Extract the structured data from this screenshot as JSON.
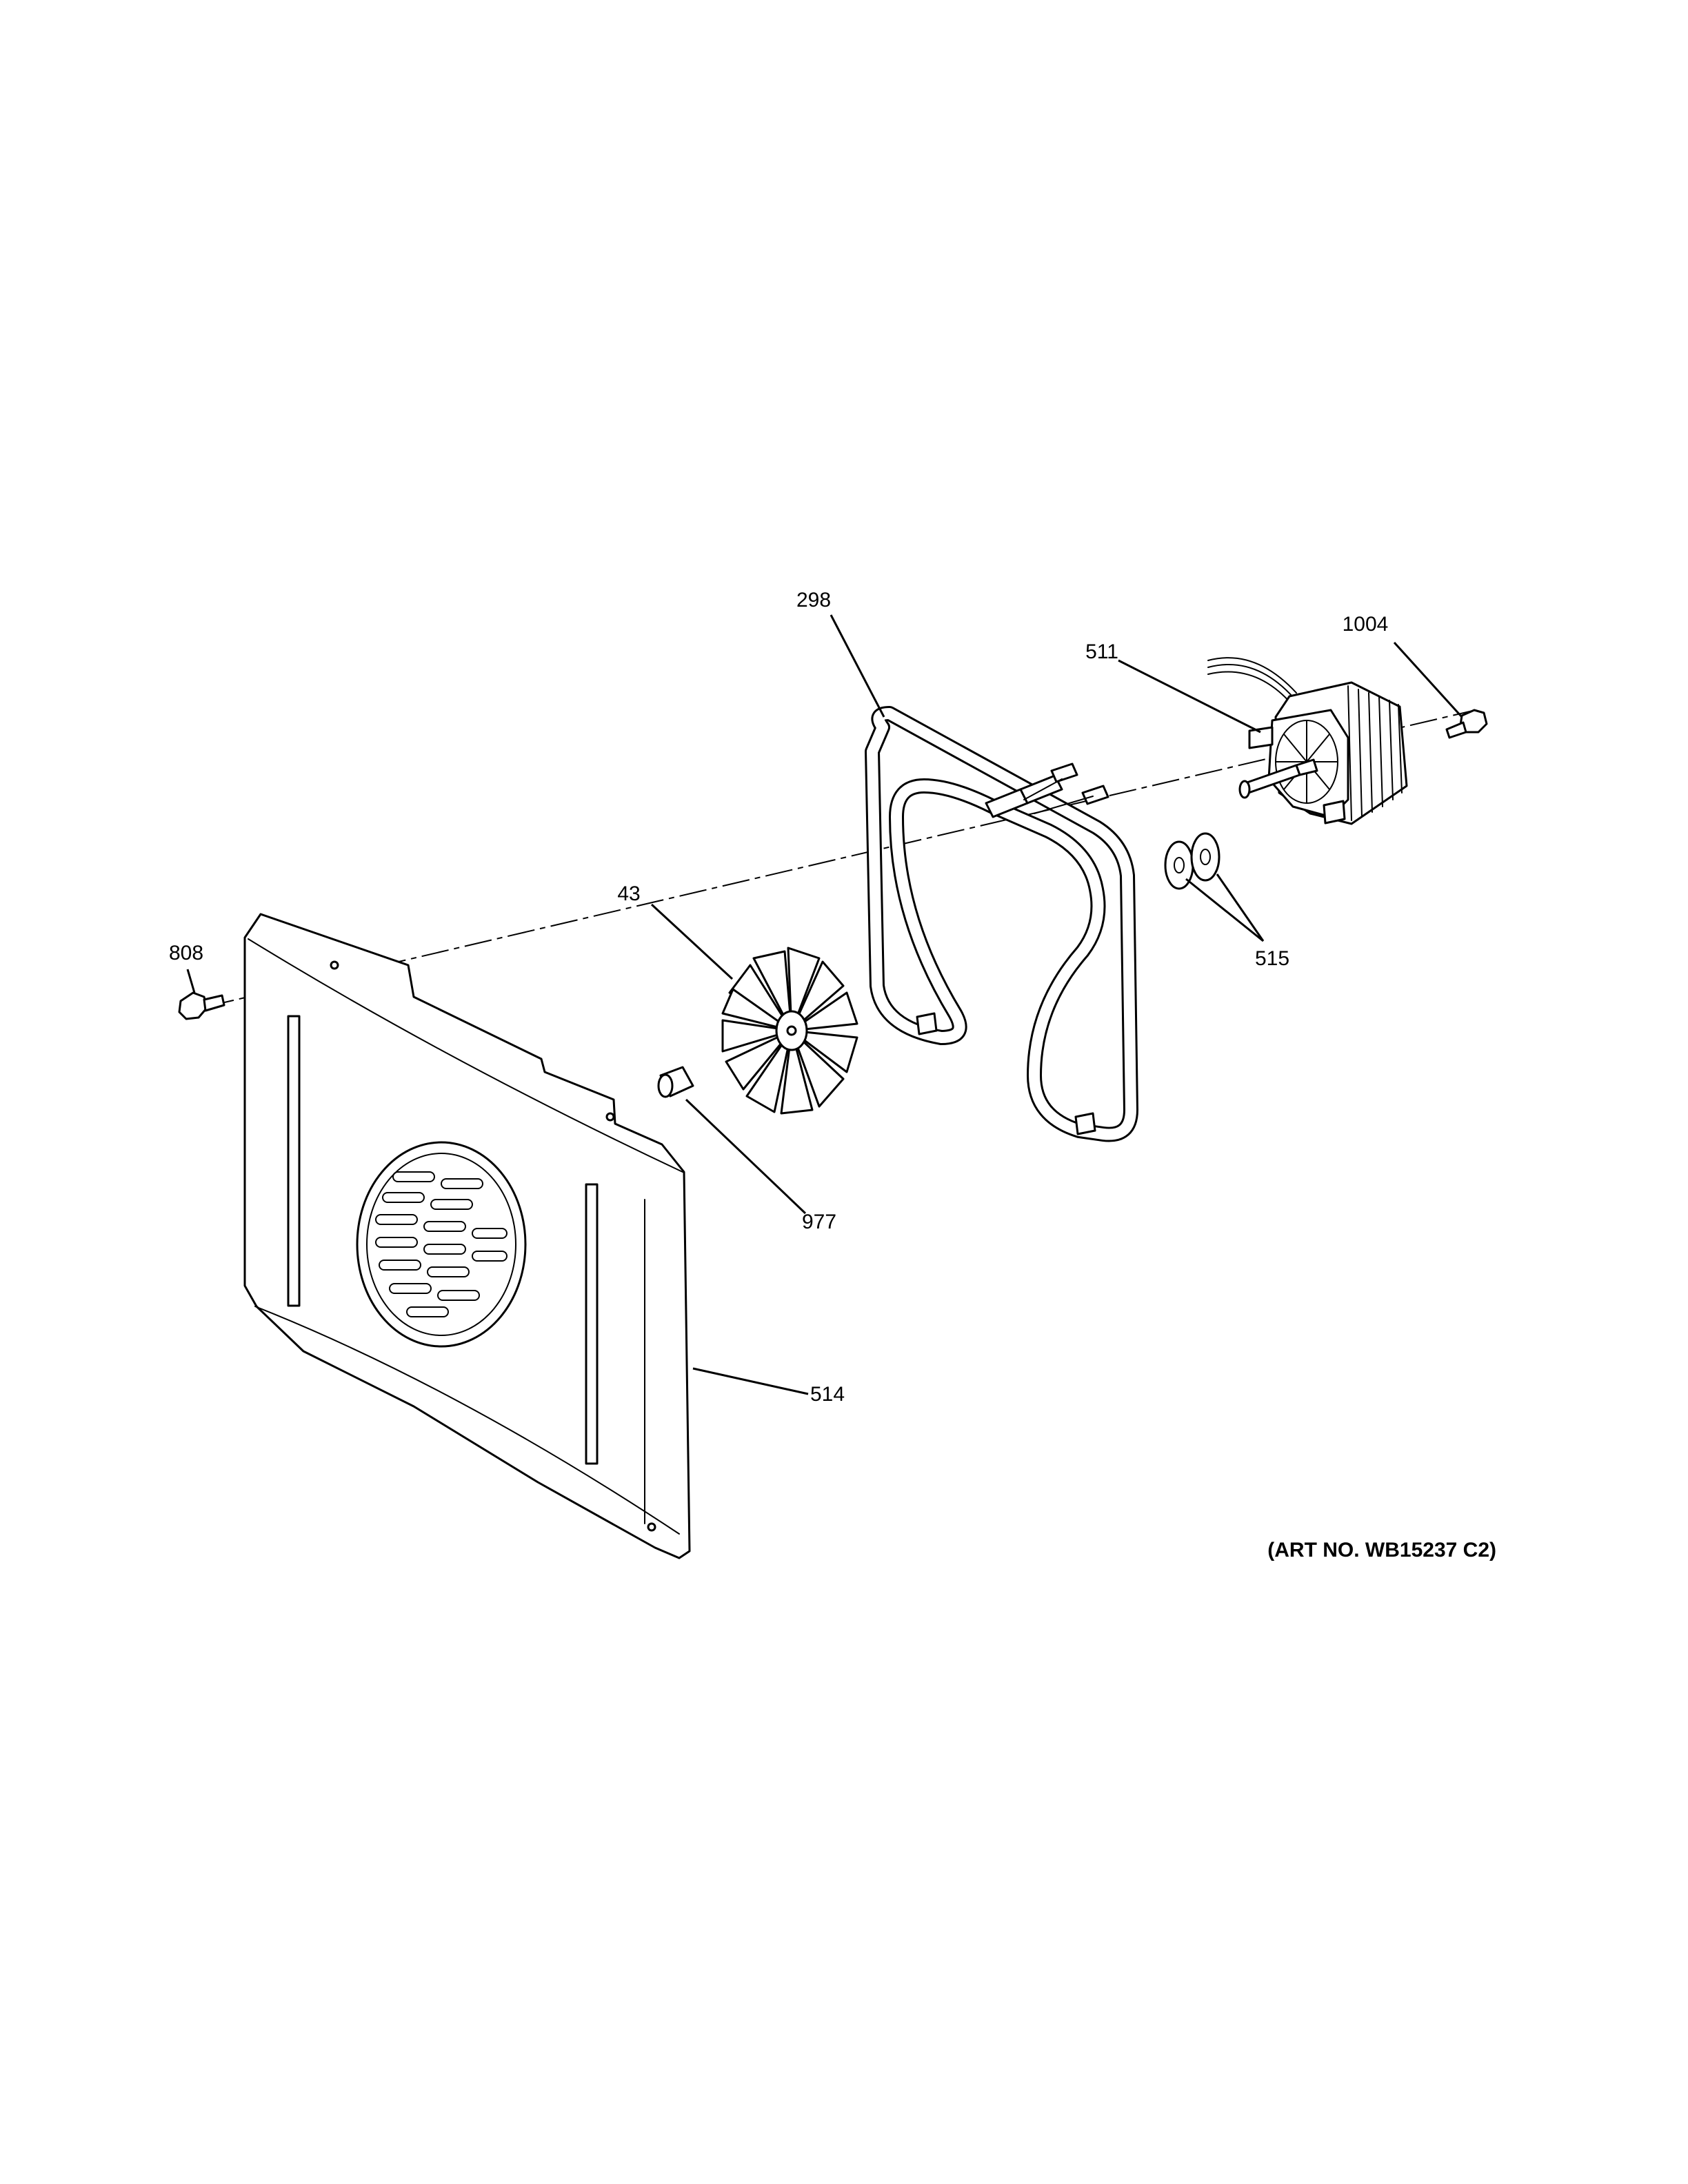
{
  "diagram": {
    "callouts": {
      "p298": "298",
      "p1004": "1004",
      "p511": "511",
      "p43": "43",
      "p808": "808",
      "p515": "515",
      "p977": "977",
      "p514": "514"
    },
    "art_number": "(ART NO. WB15237 C2)"
  }
}
